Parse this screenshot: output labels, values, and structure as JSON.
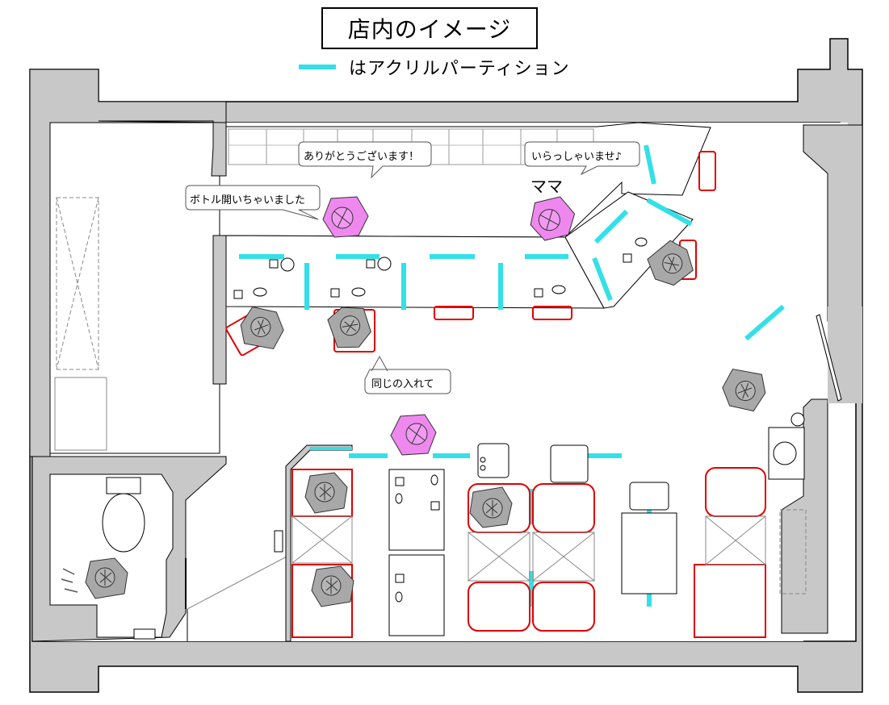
{
  "title": "店内のイメージ",
  "legend": {
    "swatch_color": "#33e0e8",
    "text": "はアクリルパーティション"
  },
  "speech_bubbles": [
    {
      "id": "thanks",
      "text": "ありがとうございます！"
    },
    {
      "id": "welcome",
      "text": "いらっしゃいませ♪"
    },
    {
      "id": "bottle",
      "text": "ボトル開いちゃいました"
    },
    {
      "id": "same",
      "text": "同じの入れて"
    }
  ],
  "labels": {
    "mama": "ママ"
  },
  "colors": {
    "wall": "#c8c8c8",
    "partition": "#33e0e8",
    "staff": "#ee88ee",
    "customer": "#a8a8a8",
    "seat": "#e00000"
  }
}
